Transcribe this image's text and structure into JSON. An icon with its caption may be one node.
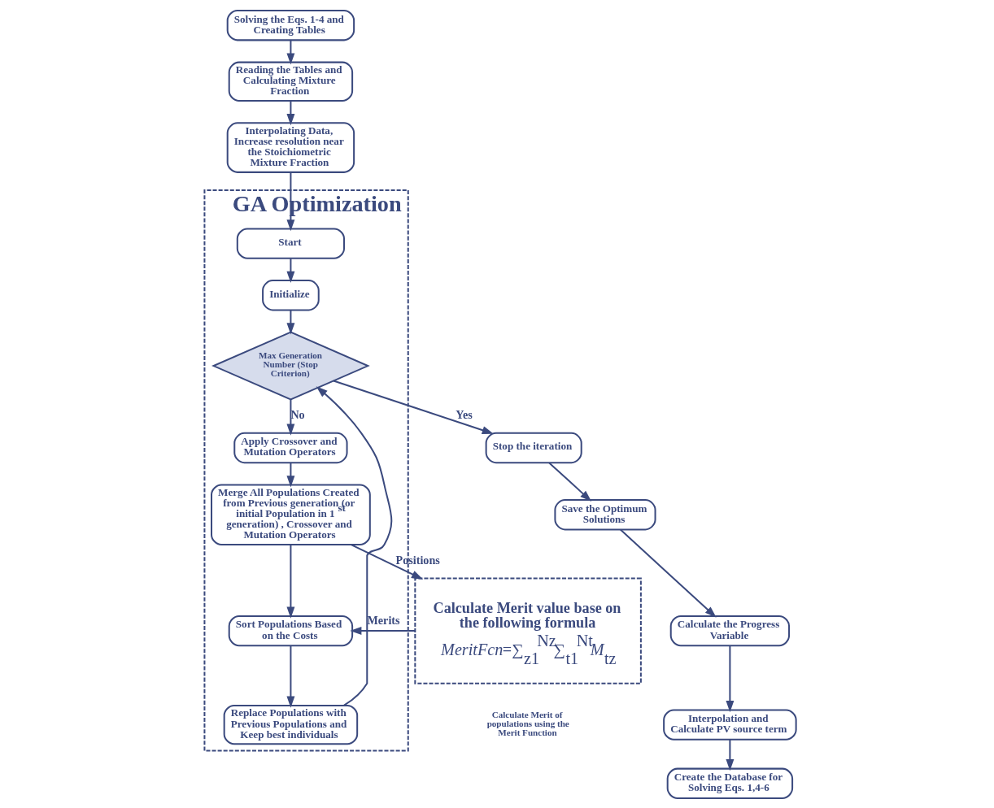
{
  "diagram": {
    "nodes": [
      {
        "text": [
          "Solving the Eqs. 1-4 and Creating Tables"
        ]
      },
      {
        "text": [
          "Reading the Tables and Calculating Mixture Fraction"
        ]
      },
      {
        "text": [
          "Interpolating Data, Increase resolution near the Stoichiometric Mixture Fraction"
        ]
      },
      {
        "text": [
          "GA Optimization"
        ]
      },
      {
        "text": [
          "Start"
        ],
        "in": 3
      },
      {
        "text": [
          "Initialize"
        ],
        "in": 3
      },
      {
        "text": [
          "Max Generation Number (Stop Criterion)"
        ],
        "in": 3
      },
      {
        "text": [
          "Apply Crossover and Mutation Operators"
        ],
        "in": 3
      },
      {
        "text": [
          "Merge All Populations Created from Previous generation (or initial Population in 1$^{st}$ generation) , Crossover and Mutation Operators"
        ],
        "in": 3
      },
      {
        "text": [
          "Sort Populations Based on the Costs"
        ],
        "in": 3
      },
      {
        "text": [
          "Replace Populations with Previous Populations and Keep best individuals"
        ],
        "in": 3
      },
      {
        "text": [
          "Stop the iteration"
        ]
      },
      {
        "text": [
          "Save the Optimum Solutions"
        ]
      },
      {
        "text": [
          "Calculate the Progress Variable"
        ]
      },
      {
        "text": [
          "Interpolation and Calculate PV source term"
        ]
      },
      {
        "text": [
          "Create the Database for Solving Eqs. 1,4-6"
        ]
      },
      {
        "text": [
          "Calculate Merit value base on the following formula",
          "*MeritFcn*=∑$_{z1}$$^{Nz}$∑$_{t1}$$^{Nt}$*M*$_{tz}$"
        ]
      }
    ],
    "edges": [
      {
        "from": 0,
        "to": 1,
        "arrow": "to"
      },
      {
        "from": 1,
        "to": 2,
        "arrow": "to"
      },
      {
        "from": 2,
        "to": 4,
        "arrow": "to"
      },
      {
        "from": 4,
        "to": 5,
        "arrow": "to"
      },
      {
        "from": 5,
        "to": 6,
        "arrow": "to"
      },
      {
        "from": 6,
        "to": 11,
        "arrow": "to",
        "label": "Yes"
      },
      {
        "from": 6,
        "to": 7,
        "arrow": "to",
        "label": "No"
      },
      {
        "from": 7,
        "to": 8,
        "arrow": "to"
      },
      {
        "from": 8,
        "to": 16,
        "arrow": "to",
        "label": "Positions"
      },
      {
        "from": 16,
        "to": 9,
        "arrow": "to",
        "label": "Merits"
      },
      {
        "from": 8,
        "to": 9,
        "arrow": "to"
      },
      {
        "from": 9,
        "to": 10,
        "arrow": "to"
      },
      {
        "from": 10,
        "to": 6,
        "arrow": "to"
      },
      {
        "from": 11,
        "to": 12,
        "arrow": "to"
      },
      {
        "from": 12,
        "to": 13,
        "arrow": "to"
      },
      {
        "from": 13,
        "to": 14,
        "arrow": "to"
      },
      {
        "from": 14,
        "to": 15,
        "arrow": "to"
      }
    ],
    "labels": [
      "Calculate Merit of populations using the Merit Function"
    ]
  }
}
